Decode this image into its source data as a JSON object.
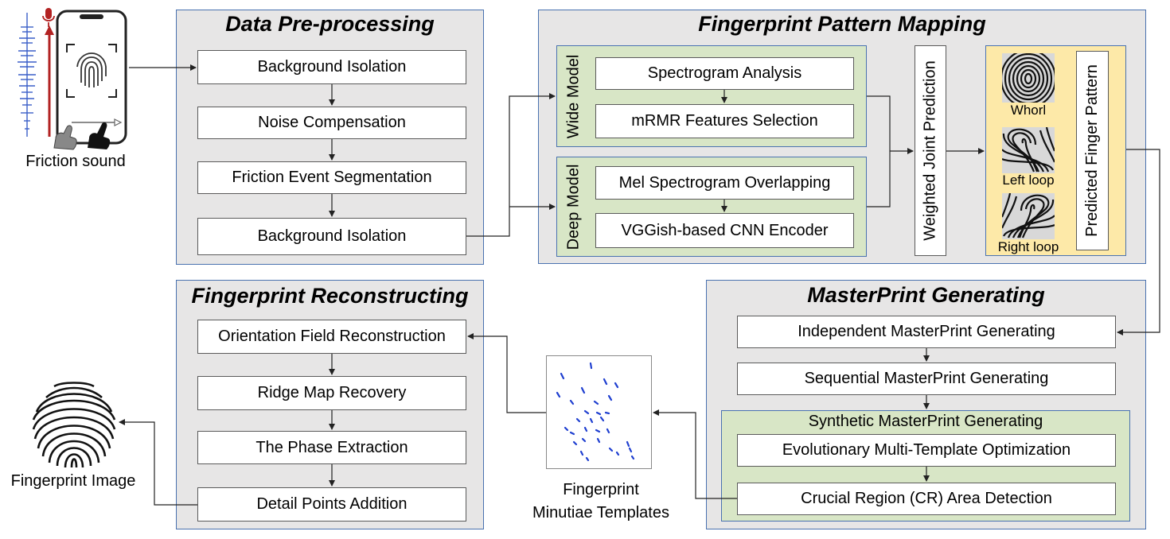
{
  "input": {
    "label": "Friction sound"
  },
  "preprocessing": {
    "title": "Data Pre-processing",
    "steps": [
      "Background Isolation",
      "Noise Compensation",
      "Friction Event Segmentation",
      "Background Isolation"
    ]
  },
  "mapping": {
    "title": "Fingerprint Pattern Mapping",
    "wide_model": {
      "label": "Wide Model",
      "steps": [
        "Spectrogram Analysis",
        "mRMR Features Selection"
      ]
    },
    "deep_model": {
      "label": "Deep Model",
      "steps": [
        "Mel Spectrogram Overlapping",
        "VGGish-based CNN Encoder"
      ]
    },
    "joint": "Weighted Joint Prediction",
    "patterns": [
      "Whorl",
      "Left loop",
      "Right loop"
    ],
    "output": "Predicted Finger Pattern"
  },
  "masterprint": {
    "title": "MasterPrint Generating",
    "steps": [
      "Independent MasterPrint Generating",
      "Sequential MasterPrint Generating"
    ],
    "synthetic": {
      "title": "Synthetic MasterPrint Generating",
      "steps": [
        "Evolutionary Multi-Template Optimization",
        "Crucial Region (CR) Area Detection"
      ]
    }
  },
  "templates": {
    "label_line1": "Fingerprint",
    "label_line2": "Minutiae Templates"
  },
  "reconstructing": {
    "title": "Fingerprint Reconstructing",
    "steps": [
      "Orientation Field Reconstruction",
      "Ridge Map Recovery",
      "The Phase Extraction",
      "Detail Points Addition"
    ]
  },
  "output": {
    "label": "Fingerprint Image"
  },
  "colors": {
    "panel_fill": "#e7e6e6",
    "panel_border": "#4a72b0",
    "green_fill": "#d8e6c6",
    "yellow_fill": "#fde9a8",
    "accent_red": "#b22222",
    "waveform_blue": "#3a5fc8",
    "minutiae_blue": "#1f3fd0"
  }
}
